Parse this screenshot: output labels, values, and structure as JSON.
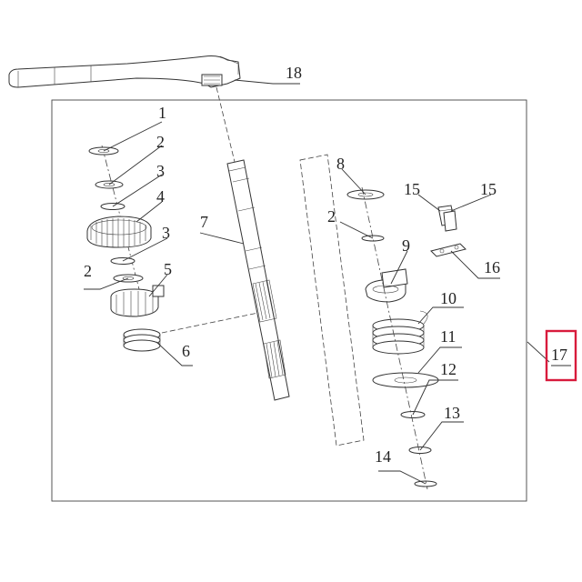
{
  "diagram": {
    "labels": {
      "p1": "1",
      "p2a": "2",
      "p3a": "3",
      "p4": "4",
      "p3b": "3",
      "p2b": "2",
      "p5": "5",
      "p6": "6",
      "p7": "7",
      "p8": "8",
      "p2c": "2",
      "p9": "9",
      "p10": "10",
      "p11": "11",
      "p12": "12",
      "p13": "13",
      "p14": "14",
      "p15a": "15",
      "p15b": "15",
      "p16": "16",
      "p17": "17",
      "p18": "18"
    },
    "colors": {
      "highlight": "#d81b3c",
      "line": "#333333"
    }
  }
}
